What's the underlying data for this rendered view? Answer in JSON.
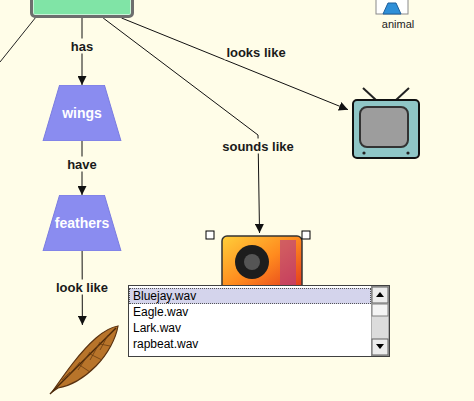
{
  "diagram": {
    "nodes": [
      {
        "text": []
      },
      {
        "text": [
          "animal"
        ]
      },
      {
        "text": [
          "wings"
        ]
      },
      {
        "text": []
      },
      {
        "text": [
          "feathers"
        ]
      },
      {
        "text": []
      },
      {
        "text": []
      }
    ],
    "edges": [
      {
        "from": 0,
        "to": 2,
        "arrow": "to",
        "label": "has"
      },
      {
        "from": 2,
        "to": 4,
        "arrow": "to",
        "label": "have"
      },
      {
        "from": 4,
        "to": 6,
        "arrow": "to",
        "label": "look like"
      },
      {
        "from": 0,
        "to": 3,
        "arrow": "to",
        "label": "looks like"
      },
      {
        "from": 0,
        "to": 5,
        "arrow": "to",
        "label": "sounds like"
      }
    ],
    "labels": [
      "Bluejay.wav",
      "Eagle.wav",
      "Lark.wav",
      "rapbeat.wav"
    ]
  }
}
